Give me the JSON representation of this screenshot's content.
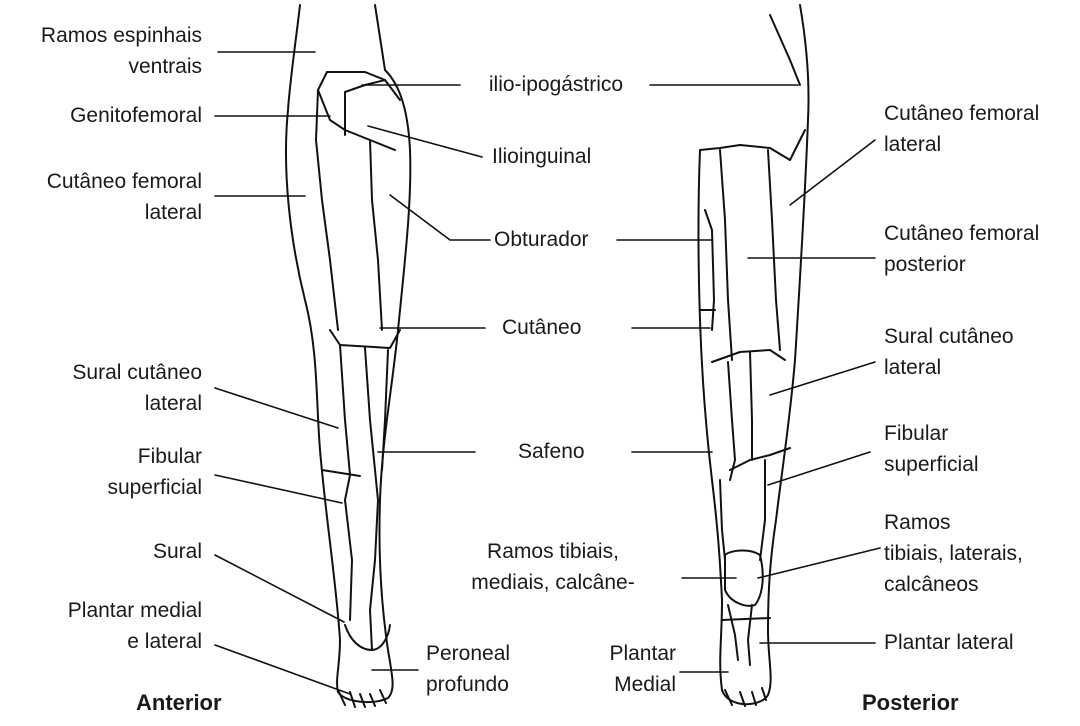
{
  "views": {
    "anterior": "Anterior",
    "posterior": "Posterior"
  },
  "labels": {
    "ramos_espinhais_ventrais": {
      "line1": "Ramos espinhais",
      "line2": "ventrais"
    },
    "genitofemoral": "Genitofemoral",
    "cutaneo_femoral_lateral_ant": {
      "line1": "Cutâneo femoral",
      "line2": "lateral"
    },
    "sural_cutaneo_lateral_ant": {
      "line1": "Sural cutâneo",
      "line2": "lateral"
    },
    "fibular_superficial_ant": {
      "line1": "Fibular",
      "line2": "superficial"
    },
    "sural": "Sural",
    "plantar_medial_lateral": {
      "line1": "Plantar medial",
      "line2": "e lateral"
    },
    "ilio_ipogastrico": "ilio-ipogástrico",
    "ilioinguinal": "Ilioinguinal",
    "obturador": "Obturador",
    "cutaneo": "Cutâneo",
    "safeno": "Safeno",
    "ramos_tibiais_mediais": {
      "line1": "Ramos tibiais,",
      "line2": "mediais, calcâne-"
    },
    "peroneal_profundo": {
      "line1": "Peroneal",
      "line2": "profundo"
    },
    "plantar_medial": {
      "line1": "Plantar",
      "line2": "Medial"
    },
    "cutaneo_femoral_lateral_post": {
      "line1": "Cutâneo femoral",
      "line2": "lateral"
    },
    "cutaneo_femoral_posterior": {
      "line1": "Cutâneo femoral",
      "line2": "posterior"
    },
    "sural_cutaneo_lateral_post": {
      "line1": "Sural cutâneo",
      "line2": "lateral"
    },
    "fibular_superficial_post": {
      "line1": "Fibular",
      "line2": "superficial"
    },
    "ramos_tibiais_laterais": {
      "line1": "Ramos",
      "line2": "tibiais, laterais,",
      "line3": "calcâneos"
    },
    "plantar_lateral": "Plantar lateral"
  }
}
